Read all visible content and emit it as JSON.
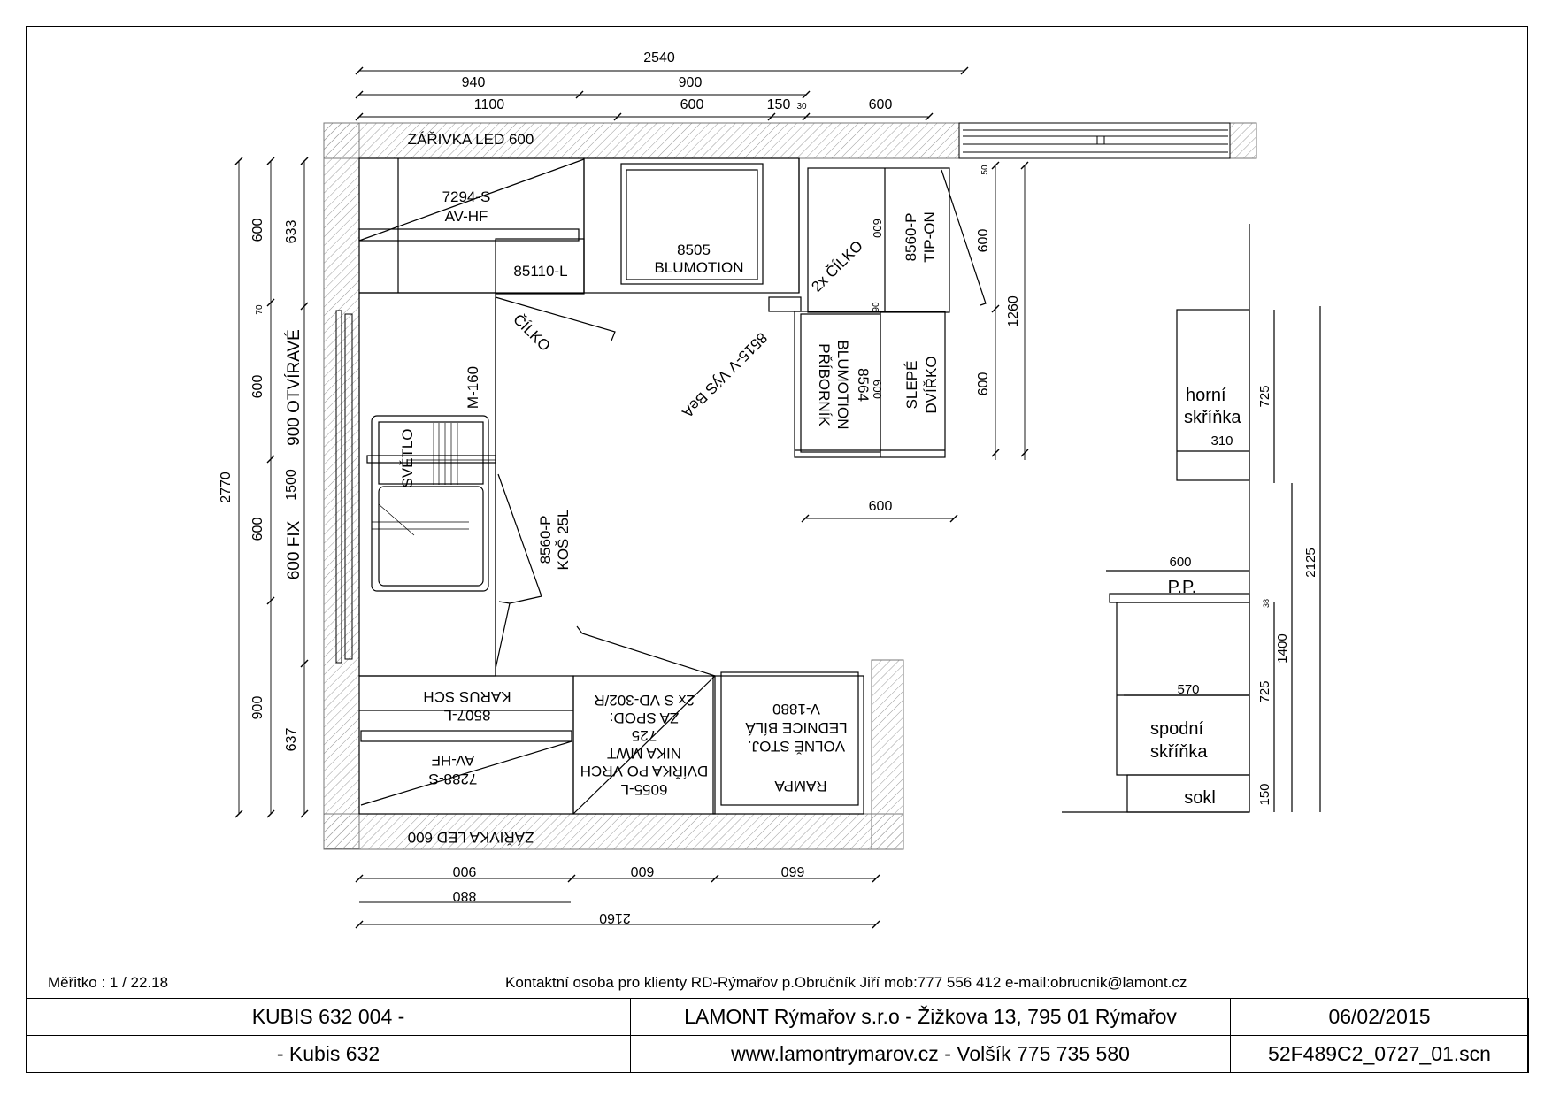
{
  "scale": "Měřitko : 1 / 22.18",
  "contact": "Kontaktní osoba pro klienty RD-Rýmařov p.Obručník Jiří mob:777 556 412 e-mail:obrucnik@lamont.cz",
  "title_block": {
    "project": "KUBIS 632 004 -",
    "company": "LAMONT Rýmařov s.r.o - Žižkova 13, 795 01 Rýmařov",
    "date": "06/02/2015",
    "model": "-  Kubis 632",
    "web": "www.lamontrymarov.cz - Volšík 775 735 580",
    "file": "52F489C2_0727_01.scn"
  },
  "dimensions": {
    "top_total": "2540",
    "top_940": "940",
    "top_900": "900",
    "top_1100": "1100",
    "top_600": "600",
    "top_150": "150",
    "top_30": "30",
    "top_600b": "600",
    "left_2770": "2770",
    "left_600a": "600",
    "left_70": "70",
    "left_600b": "600",
    "left_1500": "1500",
    "left_600c": "600",
    "left_900": "900",
    "left_633": "633",
    "left_637": "637",
    "window_900_otv": "900 OTVÍRAVÉ",
    "window_600_fix": "600 FIX",
    "bottom_900": "900",
    "bottom_600": "600",
    "bottom_660": "660",
    "bottom_880": "880",
    "bottom_2160": "2160",
    "right_50": "50",
    "right_600a": "600",
    "right_1260": "1260",
    "right_600b": "600",
    "island_600": "600",
    "island_90": "90",
    "island_600v": "600",
    "island_depth_600": "600"
  },
  "labels": {
    "led_top": "ZÁŘIVKA LED 600",
    "led_bottom": "ZÁŘIVKA LED 600",
    "wall_cab_1": "7294-S",
    "wall_cab_1b": "AV-HF",
    "cab_85110": "85110-L",
    "cab_8505": "8505",
    "cab_8505b": "BLUMOTION",
    "cilko_2x": "2x ČÍLKO",
    "cab_8560_tip": "8560-P",
    "cab_8560_tip_b": "TIP-ON",
    "cilko": "ČÍLKO",
    "diag_8515": "8515-V VýS BeA",
    "cab_8564": "8564",
    "cab_8564_b": "BLUMOTION",
    "cab_8564_c": "PŘÍBORNÍK",
    "slepe": "SLEPÉ",
    "slepe_b": "DVÍŘKO",
    "m160": "M-160",
    "svetlo": "SVĚTLO",
    "cab_8560_kos": "8560-P",
    "cab_8560_kos_b": "KOŠ 25L",
    "cab_8507": "8507-L",
    "cab_8507_b": "KARUS SCH",
    "cab_6055_1": "2x S VD-302/R",
    "cab_6055_2": "ZA SPOD:",
    "cab_6055_3": "725",
    "cab_6055_4": "NIKA MWT",
    "cab_6055_5": "DVÍŘKA PO VRCH",
    "cab_6055_6": "6055-L",
    "fridge_1": "V-1880",
    "fridge_2": "LEDNICE BÍLÁ",
    "fridge_3": "VOLNĚ STOJ.",
    "rampa": "RAMPA",
    "cab_7288": "7288-S",
    "cab_7288_b": "AV-HF"
  },
  "section": {
    "upper_cab": "horní",
    "upper_cab_b": "skříňka",
    "upper_310": "310",
    "upper_725": "725",
    "pp_600": "600",
    "pp": "P.P.",
    "lower_570": "570",
    "lower_cab": "spodní",
    "lower_cab_b": "skříňka",
    "sokl": "sokl",
    "h_1400": "1400",
    "h_725": "725",
    "h_150": "150",
    "h_2125": "2125",
    "h_38": "38"
  }
}
